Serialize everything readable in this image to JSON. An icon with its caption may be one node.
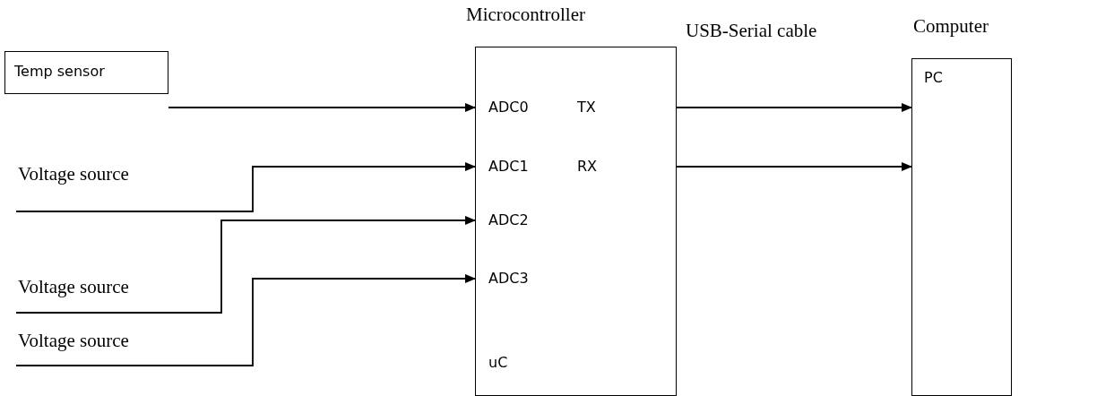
{
  "diagram": {
    "nodes": [
      {
        "text": [
          "Temp sensor"
        ]
      },
      {
        "text": [
          "Voltage source"
        ]
      },
      {
        "text": [
          "Voltage source"
        ]
      },
      {
        "text": [
          "Voltage source"
        ]
      },
      {
        "text": [
          "Microcontroller",
          "uC"
        ]
      },
      {
        "text": [
          "ADC0"
        ],
        "in": 4
      },
      {
        "text": [
          "TX"
        ],
        "in": 4
      },
      {
        "text": [
          "ADC1"
        ],
        "in": 4
      },
      {
        "text": [
          "RX"
        ],
        "in": 4
      },
      {
        "text": [
          "ADC2"
        ],
        "in": 4
      },
      {
        "text": [
          "ADC3"
        ],
        "in": 4
      },
      {
        "text": [
          "Computer",
          "PC"
        ]
      }
    ],
    "edges": [
      {
        "from": 0,
        "to": 5,
        "arrow": "to"
      },
      {
        "from": 1,
        "to": 7,
        "arrow": "to"
      },
      {
        "from": 2,
        "to": 9,
        "arrow": "to"
      },
      {
        "from": 3,
        "to": 10,
        "arrow": "to"
      },
      {
        "from": 6,
        "to": 11,
        "arrow": "to"
      },
      {
        "from": 8,
        "to": 11,
        "arrow": "to"
      }
    ],
    "labels": [
      "USB-Serial cable"
    ]
  }
}
